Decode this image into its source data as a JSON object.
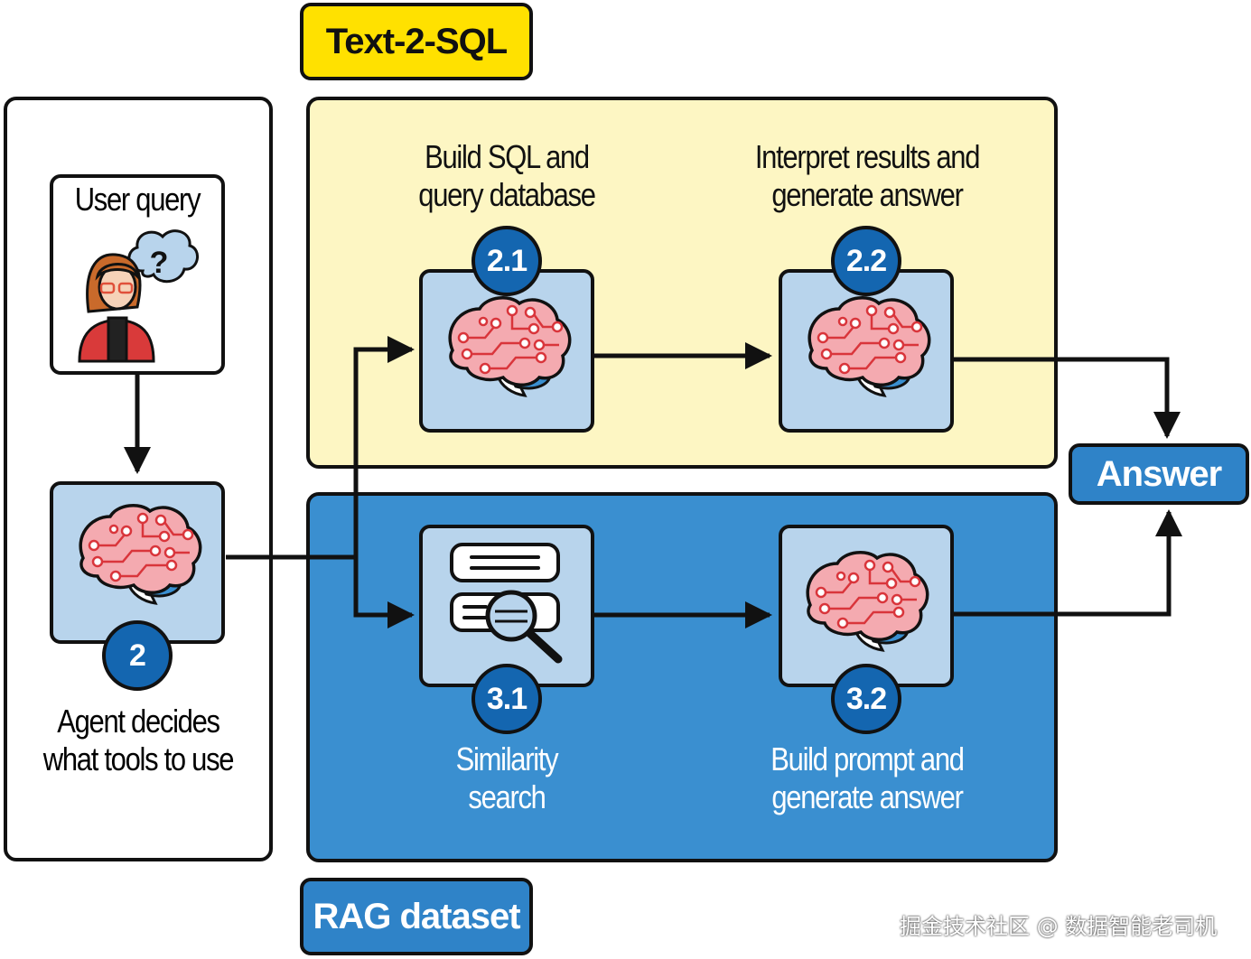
{
  "colors": {
    "yellow_panel": "#fdf6c3",
    "yellow_tag": "#ffe100",
    "blue_panel": "#3a8fd0",
    "blue_tag": "#2f83c8",
    "node_fill": "#b8d4ec",
    "badge_fill": "#1466b0"
  },
  "tags": {
    "text2sql": "Text-2-SQL",
    "rag": "RAG dataset",
    "answer": "Answer"
  },
  "user": {
    "caption": "User query",
    "icon": "user-question-icon",
    "question_mark": "?"
  },
  "agent": {
    "badge": "2",
    "caption": "Agent decides\nwhat tools to use",
    "icon": "brain-icon"
  },
  "sql": {
    "step1": {
      "badge": "2.1",
      "caption": "Build SQL and\nquery database",
      "icon": "brain-icon"
    },
    "step2": {
      "badge": "2.2",
      "caption": "Interpret results and\ngenerate answer",
      "icon": "brain-icon"
    }
  },
  "rag": {
    "step1": {
      "badge": "3.1",
      "caption": "Similarity\nsearch",
      "icon": "document-search-icon"
    },
    "step2": {
      "badge": "3.2",
      "caption": "Build prompt and\ngenerate answer",
      "icon": "brain-icon"
    }
  },
  "watermark": "掘金技术社区 @ 数据智能老司机"
}
